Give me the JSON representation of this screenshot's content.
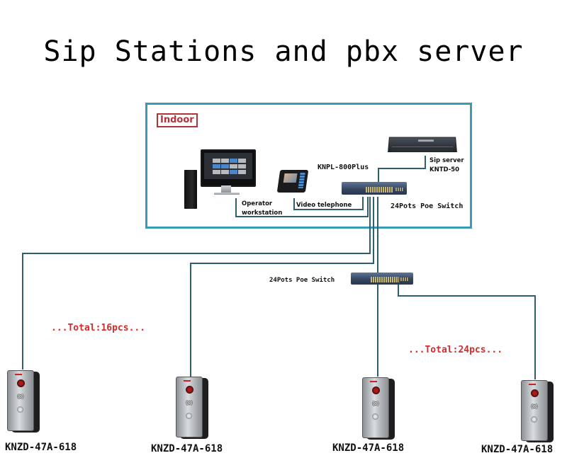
{
  "title": "Sip Stations and pbx server",
  "indoor": {
    "label": "Indoor",
    "devices": {
      "operator_workstation": {
        "line1": "Operator",
        "line2": "workstation"
      },
      "video_telephone": {
        "label": "Video telephone",
        "model": "KNPL-800Plus"
      },
      "sip_server": {
        "line1": "Sip server",
        "line2": "KNTD-50"
      },
      "main_switch": {
        "label": "24Pots Poe Switch"
      }
    }
  },
  "secondary_switch": {
    "label": "24Pots Poe Switch"
  },
  "totals": {
    "left": "...Total:16pcs...",
    "right": "...Total:24pcs..."
  },
  "stations": [
    {
      "model": "KNZD-47A-618"
    },
    {
      "model": "KNZD-47A-618"
    },
    {
      "model": "KNZD-47A-618"
    },
    {
      "model": "KNZD-47A-618"
    }
  ],
  "colors": {
    "wire": "#2f5f6e",
    "indoor_border": "#3a9bb5",
    "indoor_label": "#b3333a",
    "total_text": "#d42b2b"
  }
}
